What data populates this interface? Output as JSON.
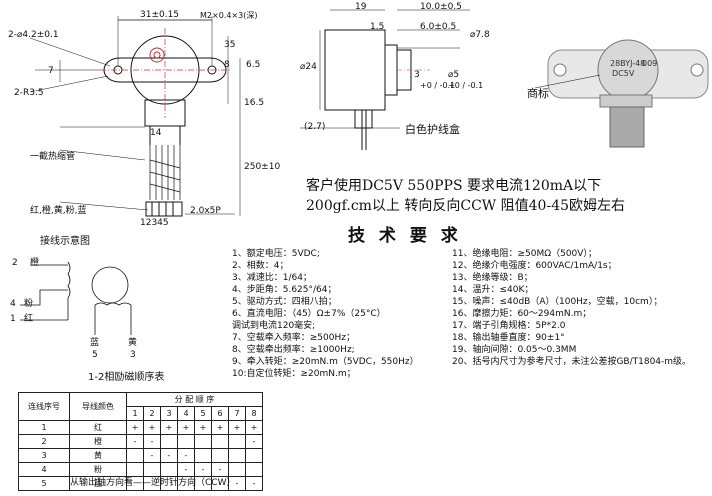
{
  "dimensions": {
    "top_width": "31±0.15",
    "screw": "M2×0.4×3(深)",
    "hole": "2-⌀4.2±0.1",
    "d7": "7",
    "radius": "2-R3.5",
    "d35": "35",
    "d8": "8",
    "d65": "6.5",
    "d165": "16.5",
    "d14": "14",
    "d250": "250±10",
    "connector": "2.0x5P",
    "pins": "12345",
    "side_19": "19",
    "side_10": "10.0±0.5",
    "side_15": "1.5",
    "side_6": "6.0±0.5",
    "side_d78": "⌀7.8",
    "side_d24": "⌀24",
    "side_3": "3",
    "side_3_tol": "+0 / -0.1",
    "side_d5": "⌀5",
    "side_d5_tol": "+0 / -0.1",
    "side_27": "(2.7)"
  },
  "labels": {
    "heat_shrink": "一截热缩管",
    "wire_colors": "红,橙,黄,粉,蓝",
    "white_box": "白色护线盒",
    "trademark": "商标",
    "wiring_title": "接线示意图",
    "orange": "橙",
    "pink": "粉",
    "red": "红",
    "blue": "蓝",
    "yellow": "黄",
    "n2": "2",
    "n4": "4",
    "n1": "1",
    "n5": "5",
    "n3": "3",
    "seq_title": "1-2相励磁顺序表",
    "direction": "从输出轴方向看——逆时针方向（CCW）"
  },
  "motor_label": {
    "line1": "28BYJ-48",
    "line2": "DC5V",
    "line3": "009"
  },
  "customer": {
    "line1": "客户使用DC5V   550PPS      要求电流120mA以下",
    "line2": "200gf.cm以上    转向反向CCW    阻值40-45欧姆左右"
  },
  "spec_title": "技 术 要 求",
  "specs_left": [
    "1、额定电压：5VDC;",
    "2、相数：4；",
    "3、减速比：1/64；",
    "4、步距角：5.625°/64；",
    "5、驱动方式：四相八拍；",
    "6、直流电阻：（45）Ω±7%（25°C）",
    "   调试到电流120毫安;",
    "7、空载牵入频率：≥500Hz；",
    "8、空载牵出频率：≥1000Hz;",
    "9、牵入转矩：≥20mN.m（5VDC，550Hz）",
    "10:自定位转矩：≥20mN.m；"
  ],
  "specs_right": [
    "11、绝缘电阻：≥50MΩ（500V）；",
    "12、绝缘介电强度：600VAC/1mA/1s；",
    "13、绝缘等级：B；",
    "14、温升：≤40K；",
    "15、噪声：≤40dB（A）（100Hz，空载，10cm）；",
    "16、摩擦力矩：60～294mN.m；",
    "17、端子引角规格：5P*2.0",
    "18、输出轴垂直度：90±1°",
    "19、轴向间隙：0.05～0.3MM",
    "20、括号内尺寸为参考尺寸，未注公差按GB/T1804-m级。"
  ],
  "sequence_table": {
    "col_seq": "连线序号",
    "col_color": "导线颜色",
    "col_order": "分 配 顺 序",
    "steps": [
      "1",
      "2",
      "3",
      "4",
      "5",
      "6",
      "7",
      "8"
    ],
    "rows": [
      {
        "n": "1",
        "color": "红",
        "cells": [
          "+",
          "+",
          "+",
          "+",
          "+",
          "+",
          "+",
          "+"
        ]
      },
      {
        "n": "2",
        "color": "橙",
        "cells": [
          "-",
          "-",
          "",
          "",
          "",
          "",
          "",
          "-"
        ]
      },
      {
        "n": "3",
        "color": "黄",
        "cells": [
          "",
          "-",
          "-",
          "-",
          "",
          "",
          "",
          ""
        ]
      },
      {
        "n": "4",
        "color": "粉",
        "cells": [
          "",
          "",
          "",
          "-",
          "-",
          "-",
          "",
          ""
        ]
      },
      {
        "n": "5",
        "color": "蓝",
        "cells": [
          "",
          "",
          "",
          "",
          "",
          "-",
          "-",
          "-"
        ]
      }
    ]
  }
}
